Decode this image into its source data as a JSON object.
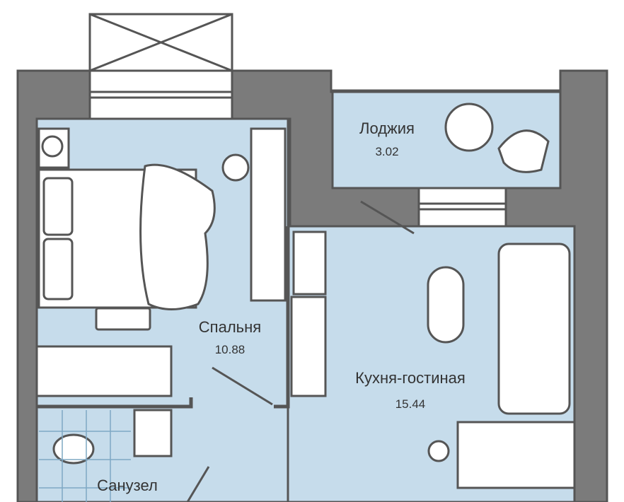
{
  "rooms": [
    {
      "name": "Лоджия",
      "area": "3.02"
    },
    {
      "name": "Спальня",
      "area": "10.88"
    },
    {
      "name": "Кухня-гостиная",
      "area": "15.44"
    },
    {
      "name": "Санузел"
    }
  ],
  "colors": {
    "wall": "#7b7b7b",
    "floor": "#c6dceb",
    "outline": "#555555",
    "furniture": "#ffffff"
  }
}
